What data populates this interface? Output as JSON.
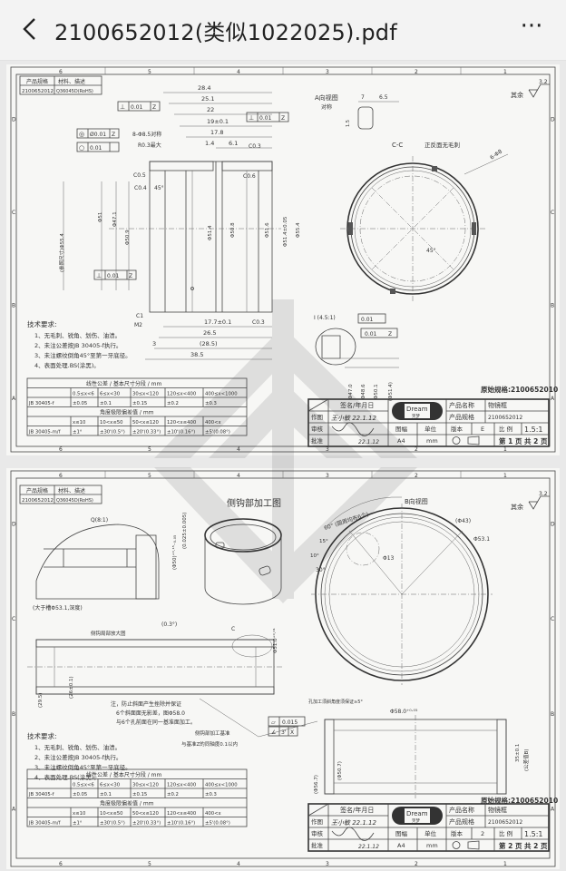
{
  "header": {
    "title": "2100652012(类似1022025).pdf",
    "back_icon": "chevron-left",
    "more_icon": "more-horizontal"
  },
  "frame": {
    "columns": [
      "6",
      "5",
      "4",
      "3",
      "2",
      "1"
    ],
    "rows": [
      "D",
      "C",
      "B",
      "A"
    ]
  },
  "pages": [
    {
      "spec_table": {
        "h1": "产品规格",
        "h2": "材料、描述",
        "v1": "2100652012",
        "v2": "Q36045D(RoHS)"
      },
      "roughness": {
        "label": "其余",
        "value": "3.2"
      },
      "view_a": {
        "title": "A向视图",
        "sub": "对称",
        "d1": "7",
        "d2": "6.5",
        "d3": "1.5"
      },
      "section_label": "C-C",
      "deburr_note": "正反面无毛刺",
      "circle_labels": {
        "angle": "45°",
        "holes": "6-Φ8"
      },
      "gdt": [
        {
          "sym": "⊥",
          "tol": "0.01",
          "ref": "Z"
        },
        {
          "sym": "◎",
          "tol": "Ø0.01",
          "ref": "Z"
        },
        {
          "sym": "○",
          "tol": "0.01",
          "ref": ""
        },
        {
          "sym": "⊥",
          "tol": "0.01",
          "ref": "Z"
        },
        {
          "sym": "⊥",
          "tol": "0.01",
          "ref": "Z"
        }
      ],
      "top_dims": [
        "28.4",
        "25.1",
        "22",
        "19±0.1",
        "17.8",
        "1.4",
        "6.1"
      ],
      "notes": [
        "8-Φ8.5对称",
        "R0.3最大",
        "C0.3",
        "C0.5",
        "C0.4",
        "45°",
        "C0.6",
        "C1",
        "M2",
        "C0.3"
      ],
      "left_dims": [
        "(参照尺寸)Φ55.4",
        "Φ51",
        "Φ47.1",
        "Φ50.9",
        "Φ51.4",
        "Φ50.8",
        "Φ51.6",
        "Φ51.4±0.05",
        "Φ55.4"
      ],
      "bottom_dims": [
        "17.7±0.1",
        "26.5",
        "(28.5)",
        "38.5",
        "3"
      ],
      "detail": {
        "title": "I (4.5:1)",
        "g1": "0.01",
        "g2": "0.01",
        "g2ref": "Z",
        "dims": [
          "Φ47.0",
          "Φ48.6",
          "Φ50.1",
          "(Φ51.4)"
        ]
      },
      "tech_title": "技术要求:",
      "tech_items": [
        "1、无毛刺、锐角、划伤、油渍。",
        "2、未注公差按JB 30405-f执行。",
        "3、未注螺纹倒角45°至第一牙底径。",
        "4、表面处理.BS(涂黑)。"
      ],
      "origin_spec": "原始规格:2100652010",
      "title_block": {
        "sign_date": "签名/年月日",
        "drawn": "作图",
        "checked": "审核",
        "approved": "批准",
        "drawn_sig": "王小敏 22.1.12",
        "approved_sig": "22.1.12",
        "logo": "Dream",
        "logo_sub": "笑梦",
        "name_label": "产品名称",
        "name_value": "物镜框",
        "spec_label": "产品规格",
        "spec_value": "2100652012",
        "size_label": "图幅",
        "unit_label": "单位",
        "version_label": "版本",
        "version_value": "E",
        "scale_label": "比 例",
        "scale_value": "1.5:1",
        "size_value": "A4",
        "unit_value": "mm",
        "page_info": "第 1 页 共 2 页"
      }
    },
    {
      "spec_table": {
        "h1": "产品规格",
        "h2": "材料、描述",
        "v1": "2100652012",
        "v2": "Q36045D(RoHS)"
      },
      "roughness": {
        "label": "其余",
        "value": "3.2"
      },
      "drawing_title": "侧钩部加工图",
      "detail_label": "Q(8:1)",
      "detail_note": "(大于槽Φ53.1,深度)",
      "rot_dims": [
        "(Φ50)⁺⁰·¹⁵₋₀.₀₅",
        "(0.025±0.005)",
        "Φ51.0⁺⁰·⁰¹",
        "(0.3°)",
        "C",
        "侧钩局部放大图"
      ],
      "section_dims": [
        "(29.5)",
        "(26±0.1)"
      ],
      "view_b": "B向视图",
      "circle_labels": [
        "60° (圆周均布6个)",
        "(Φ43)",
        "Φ53.1",
        "Φ13",
        "30°",
        "15°",
        "10°"
      ],
      "hole_note": "孔加工须斜角度须保证≥5°",
      "diam_label": "Φ58.0⁺⁰·⁰⁵",
      "gdt": [
        {
          "sym": "▱",
          "tol": "0.015"
        },
        {
          "sym": "∠",
          "tol": "3'",
          "ref": "X"
        }
      ],
      "side_dims": [
        "35±0.1",
        "(公差值B)",
        "(Φ56.7)",
        "(Φ50.7)"
      ],
      "note": [
        "注，防止斜面产生挫除并保证",
        "6个斜面面无影差，图Φ58.0",
        "与6个孔前面在同一基准面加工。"
      ],
      "datum_note": [
        "侧钩部加工基准",
        "与基准Z的同轴度0.1以内"
      ],
      "tech_title": "技术要求:",
      "tech_items": [
        "1、无毛刺、锐角、划伤、油渍。",
        "2、未注公差按JB 30405-f执行。",
        "3、未注螺纹倒角45°至第一牙底径。",
        "4、表面处理.BS(涂黑)。"
      ],
      "origin_spec": "原始规格:2100652010",
      "title_block": {
        "sign_date": "签名/年月日",
        "drawn": "作图",
        "checked": "审核",
        "approved": "批准",
        "drawn_sig": "王小敏 22.1.12",
        "approved_sig": "22.1.12",
        "logo": "Dream",
        "logo_sub": "笑梦",
        "name_label": "产品名称",
        "name_value": "物镜框",
        "spec_label": "产品规格",
        "spec_value": "2100652012",
        "size_label": "图幅",
        "unit_label": "单位",
        "version_label": "版本",
        "version_value": "2",
        "scale_label": "比 例",
        "scale_value": "1.5:1",
        "size_value": "A4",
        "unit_value": "mm",
        "page_info": "第 2 页 共 2 页"
      }
    }
  ],
  "tolerance_table": {
    "linear_title": "线性公差 / 基本尺寸分段 / mm",
    "linear_ranges": [
      "",
      "0.5≤x<6",
      "6≤x<30",
      "30≤x<120",
      "120≤x<400",
      "400≤x<1000"
    ],
    "linear_values": [
      "JB 30405-f",
      "±0.05",
      "±0.1",
      "±0.15",
      "±0.2",
      "±0.3"
    ],
    "angle_title": "角度极限偏差值 / mm",
    "angle_ranges": [
      "",
      "x≤10",
      "10<x≤50",
      "50<x≤120",
      "120<x≤400",
      "400<x"
    ],
    "angle_values": [
      "JB 30405-m/f",
      "±1°",
      "±30'(0.5°)",
      "±20'(0.33°)",
      "±10'(0.16°)",
      "±5'(0.08°)"
    ]
  }
}
